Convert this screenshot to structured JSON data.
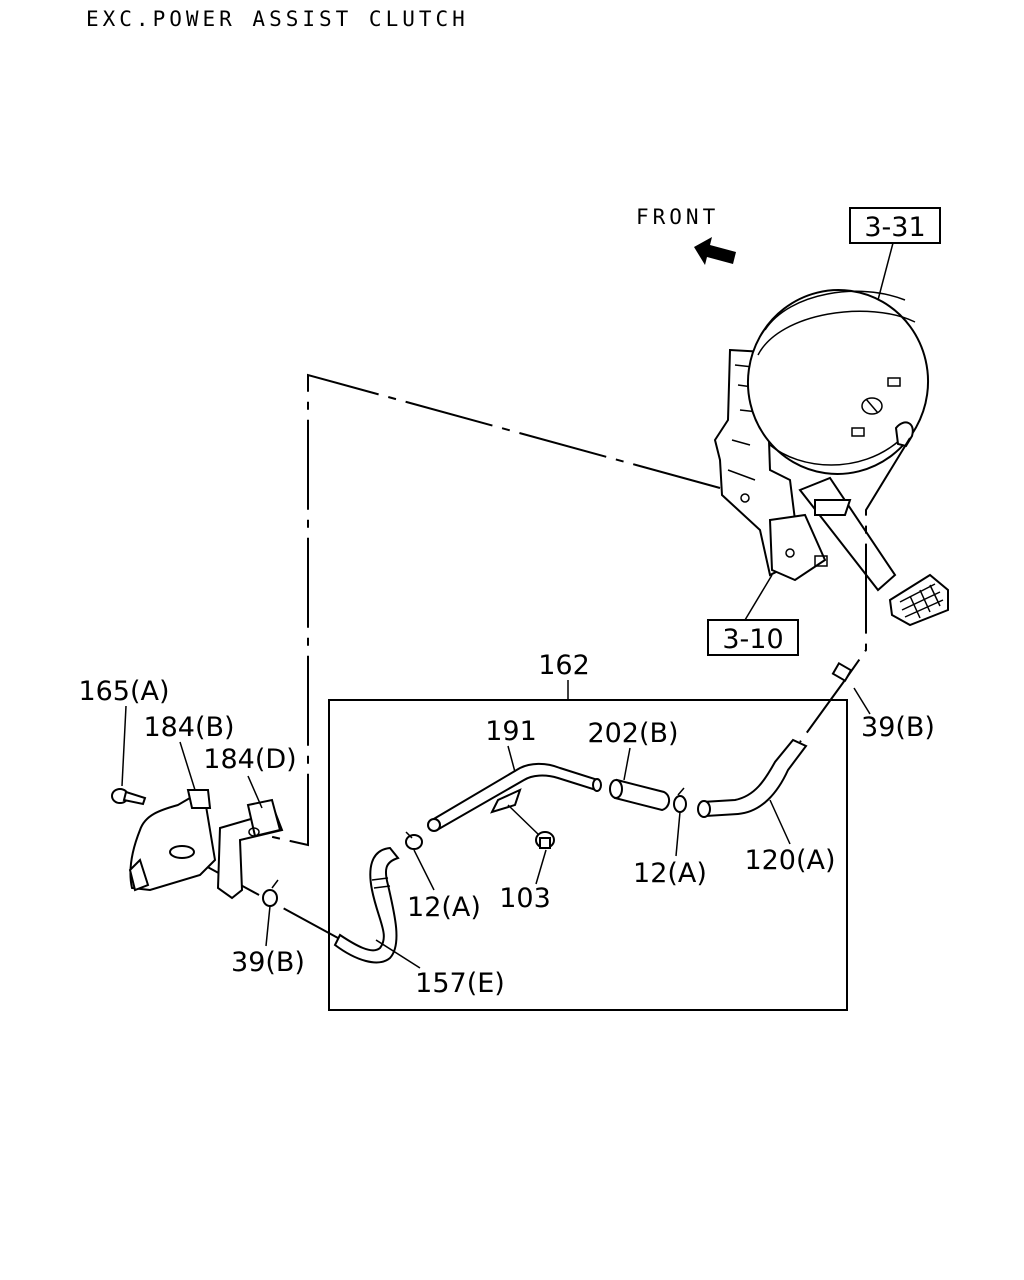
{
  "title": "EXC.POWER ASSIST CLUTCH",
  "direction_label": "FRONT",
  "ref_boxes": [
    {
      "id": "ref-3-31",
      "text": "3-31"
    },
    {
      "id": "ref-3-10",
      "text": "3-10"
    }
  ],
  "callouts": [
    {
      "id": "162",
      "text": "162"
    },
    {
      "id": "165a",
      "text": "165(A)"
    },
    {
      "id": "184b",
      "text": "184(B)"
    },
    {
      "id": "184d",
      "text": "184(D)"
    },
    {
      "id": "191",
      "text": "191"
    },
    {
      "id": "202b",
      "text": "202(B)"
    },
    {
      "id": "39b-top",
      "text": "39(B)"
    },
    {
      "id": "12a-left",
      "text": "12(A)"
    },
    {
      "id": "103",
      "text": "103"
    },
    {
      "id": "12a-right",
      "text": "12(A)"
    },
    {
      "id": "120a",
      "text": "120(A)"
    },
    {
      "id": "39b-bottom",
      "text": "39(B)"
    },
    {
      "id": "157e",
      "text": "157(E)"
    }
  ]
}
